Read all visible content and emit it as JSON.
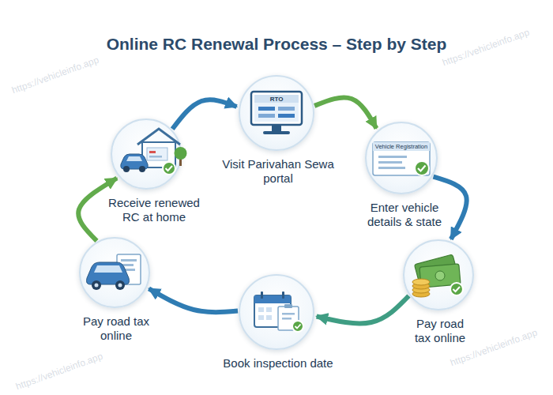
{
  "diagram": {
    "title": "Online RC Renewal Process – Step by Step",
    "nodes": [
      {
        "text": [
          "Visit Parivahan Sewa portal"
        ]
      },
      {
        "text": [
          "Enter vehicle details & state"
        ]
      },
      {
        "text": [
          "Pay road tax online"
        ]
      },
      {
        "text": [
          "Book inspection date"
        ]
      },
      {
        "text": [
          "Pay road tax online"
        ]
      },
      {
        "text": [
          "Receive renewed RC at home"
        ]
      }
    ],
    "edges": [
      {
        "from": 0,
        "to": 1,
        "arrow": "to"
      },
      {
        "from": 1,
        "to": 2,
        "arrow": "to"
      },
      {
        "from": 2,
        "to": 3,
        "arrow": "to"
      },
      {
        "from": 3,
        "to": 4,
        "arrow": "to"
      },
      {
        "from": 4,
        "to": 5,
        "arrow": "to"
      },
      {
        "from": 5,
        "to": 0,
        "arrow": "to"
      }
    ],
    "labels": [
      "RTO",
      "Vehicle Registration",
      "https://vehicleinfo.app",
      "https://vehicleinfo.app",
      "https://vehicleinfo.app",
      "https://vehicleinfo.app"
    ]
  }
}
